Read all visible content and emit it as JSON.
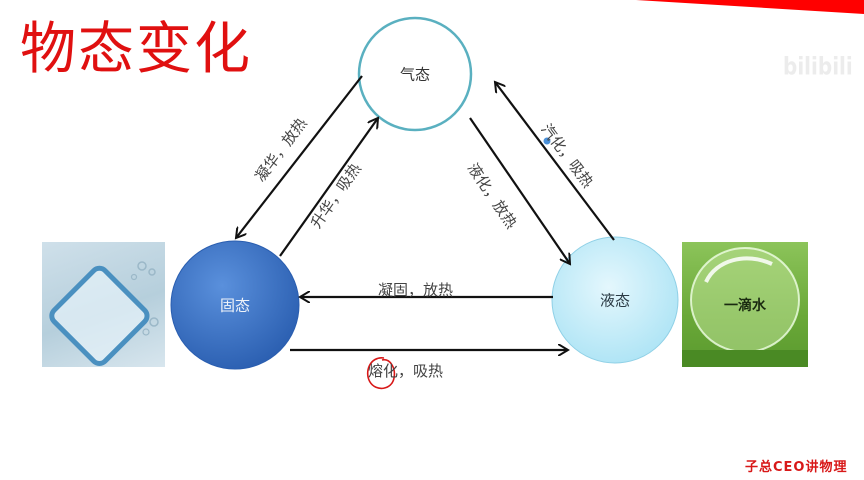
{
  "slide": {
    "title": "物态变化",
    "watermark": "bilibili",
    "signature": "子总CEO讲物理",
    "colors": {
      "title": "#e01010",
      "top_band": "#ff0000",
      "gas_border": "#5ab0c0",
      "solid_fill": "#3a72c4",
      "liquid_fill": "#c8eefa",
      "arrow": "#111111",
      "annotation_circle": "#d81818",
      "annotation_dot": "#4a90d9"
    }
  },
  "nodes": {
    "gas": {
      "label": "气态"
    },
    "solid": {
      "label": "固态"
    },
    "liquid": {
      "label": "液态"
    }
  },
  "edges": {
    "deposition": {
      "from": "气态",
      "to": "固态",
      "label": "凝华，放热"
    },
    "sublimation": {
      "from": "固态",
      "to": "气态",
      "label": "升华，吸热"
    },
    "liquefaction": {
      "from": "气态",
      "to": "液态",
      "label": "液化，放热"
    },
    "vaporization": {
      "from": "液态",
      "to": "气态",
      "label": "汽化，吸热"
    },
    "solidification": {
      "from": "液态",
      "to": "固态",
      "label": "凝固，放热"
    },
    "melting": {
      "from": "固态",
      "to": "液态",
      "label": "熔化，吸热"
    }
  },
  "images": {
    "ice": {
      "alt": "ice-cube"
    },
    "water_drop": {
      "caption": "一滴水"
    }
  }
}
